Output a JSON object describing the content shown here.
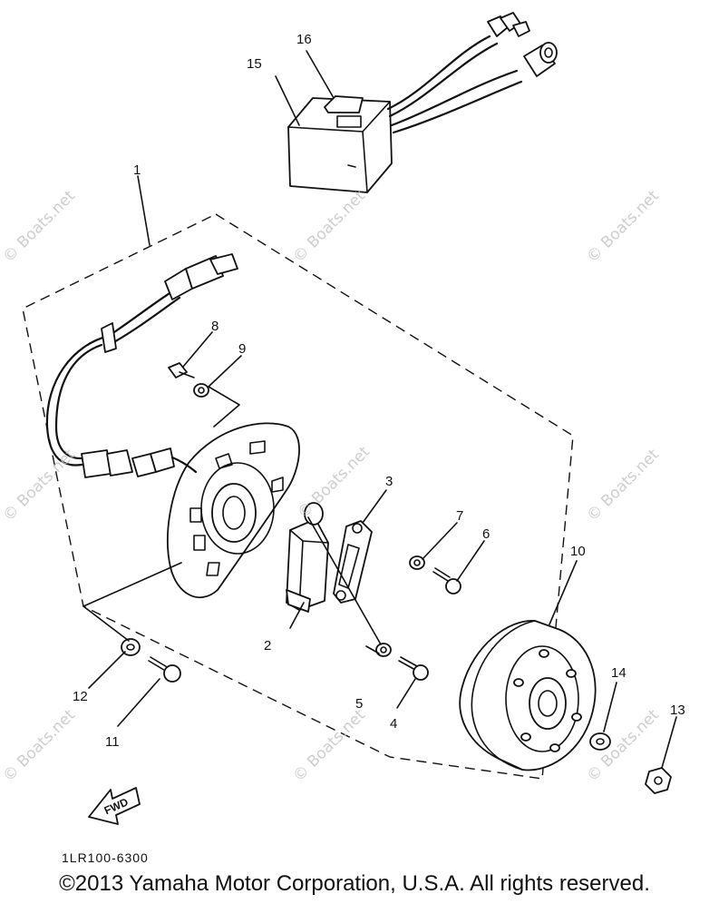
{
  "diagram": {
    "callouts": [
      "1",
      "2",
      "3",
      "4",
      "5",
      "6",
      "7",
      "8",
      "9",
      "10",
      "11",
      "12",
      "13",
      "14",
      "15",
      "16"
    ],
    "part_code": "1LR100-6300",
    "fwd_label": "FWD",
    "watermark": "© Boats.net",
    "copyright": "©2013 Yamaha Motor Corporation, U.S.A. All rights reserved."
  }
}
